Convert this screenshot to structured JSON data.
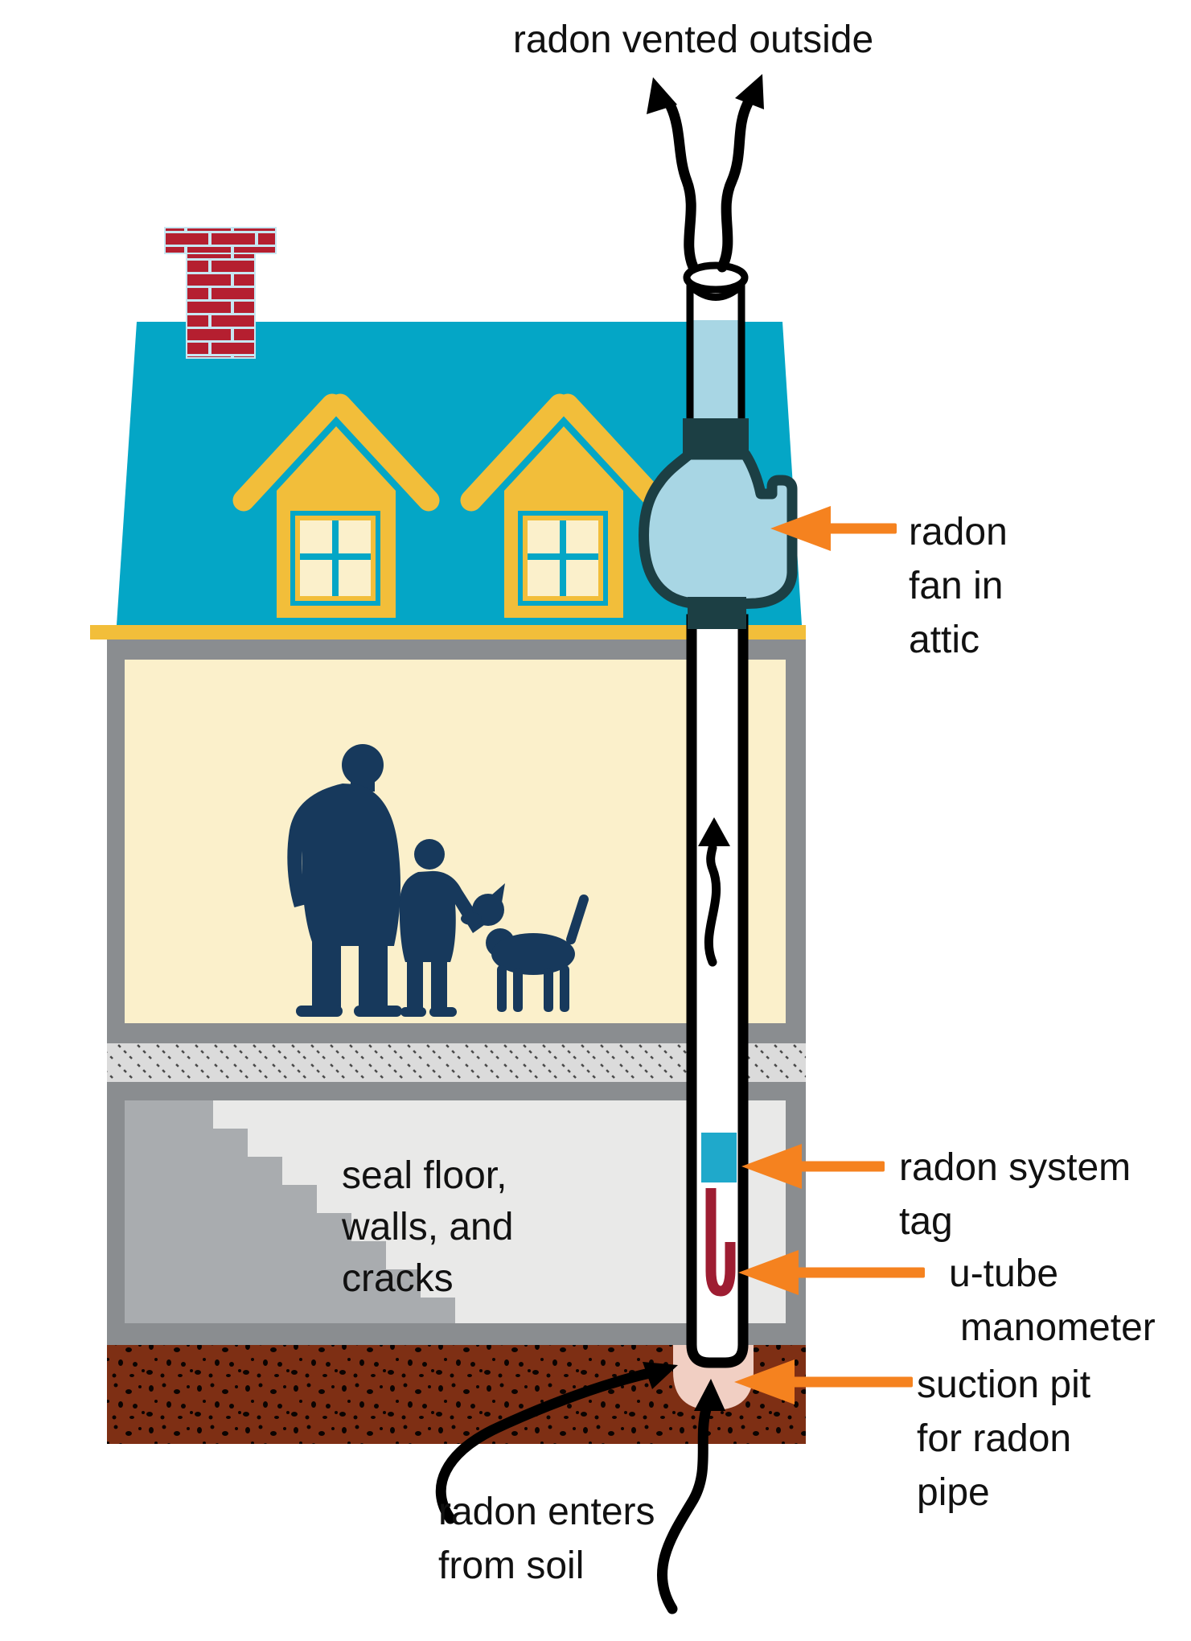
{
  "title": "radon vented outside",
  "callouts": {
    "fan": {
      "line1": "radon",
      "line2": "fan in",
      "line3": "attic"
    },
    "system_tag": {
      "line1": "radon system",
      "line2": "tag"
    },
    "manometer": {
      "line1": "u-tube",
      "line2": "manometer"
    },
    "suction_pit": {
      "line1": "suction pit",
      "line2": "for radon",
      "line3": "pipe"
    },
    "soil_entry": {
      "line1": "radon enters",
      "line2": "from soil"
    },
    "seal_note": {
      "line1": "seal floor,",
      "line2": "walls, and",
      "line3": "cracks"
    }
  },
  "colors": {
    "roof_teal": "#04A6C6",
    "trim_yellow": "#F2BE3A",
    "wall_gray": "#8A8D90",
    "interior_cream": "#FBF0CB",
    "basement_gray": "#E9E9E8",
    "stairs_gray": "#A9ACAF",
    "soil_brown": "#7E2F14",
    "brick_red": "#B51F30",
    "mortar_blue": "#C7E7F2",
    "silhouette_navy": "#17395C",
    "pipe_blue": "#A8D6E4",
    "fan_dark": "#1C3F44",
    "arrow_orange": "#F5821F",
    "manometer_red": "#9E1D32",
    "pit_pink": "#F1CFC3",
    "tag_cyan": "#1FA9CB",
    "line_black": "#000000"
  }
}
